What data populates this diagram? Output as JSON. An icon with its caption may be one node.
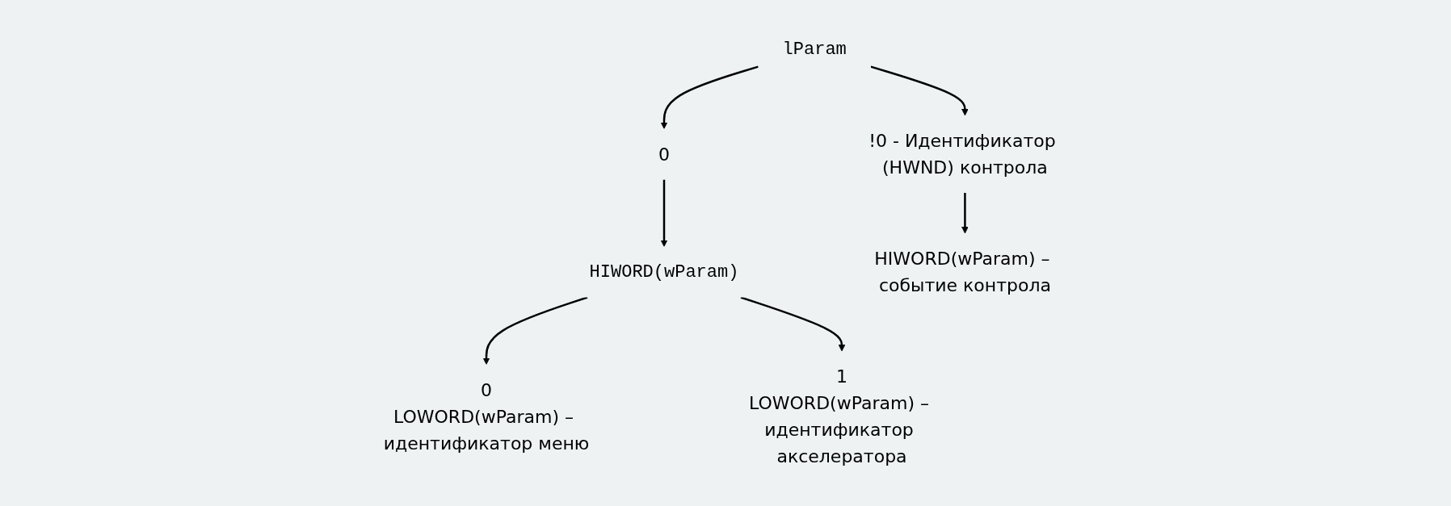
{
  "diagram": {
    "nodes": [
      {
        "text": [
          "lParam"
        ]
      },
      {
        "text": [
          "0"
        ]
      },
      {
        "text": [
          "!0 - Идентификатор (HWND) контрола"
        ]
      },
      {
        "text": [
          "HIWORD(wParam)"
        ]
      },
      {
        "text": [
          "HIWORD(wParam) – событие контрола"
        ]
      },
      {
        "text": [
          "0",
          "LOWORD(wParam) – идентификатор меню"
        ]
      },
      {
        "text": [
          "1",
          "LOWORD(wParam) – идентификатор акселератора"
        ]
      }
    ],
    "edges": [
      {
        "from": 0,
        "to": 1,
        "arrow": "to"
      },
      {
        "from": 0,
        "to": 2,
        "arrow": "to"
      },
      {
        "from": 1,
        "to": 3,
        "arrow": "to"
      },
      {
        "from": 2,
        "to": 4,
        "arrow": "to"
      },
      {
        "from": 3,
        "to": 5,
        "arrow": "to"
      },
      {
        "from": 3,
        "to": 6,
        "arrow": "to"
      }
    ]
  }
}
